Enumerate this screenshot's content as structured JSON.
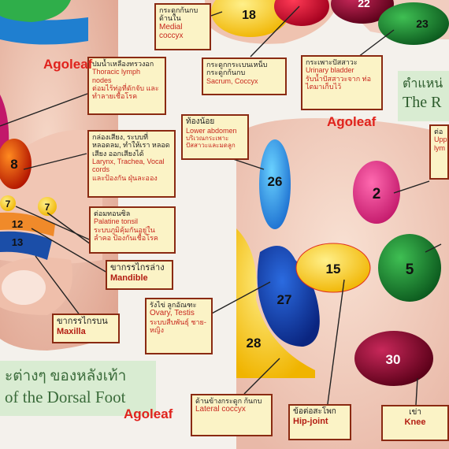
{
  "watermark": "Agoleaf",
  "numbers": {
    "n18": "18",
    "n22": "22",
    "n23": "23",
    "n8": "8",
    "n7a": "7",
    "n7b": "7",
    "n12": "12",
    "n13": "13",
    "n26": "26",
    "n2": "2",
    "n15": "15",
    "n5": "5",
    "n27": "27",
    "n28": "28",
    "n30": "30"
  },
  "labels": {
    "medial_coccyx": {
      "th": "กระดูกก้นกบ ด้านใน",
      "en": "Medial coccyx"
    },
    "sacrum": {
      "th": "กระดูกกระเบนเหน็บ กระดูกก้นกบ",
      "en": "Sacrum, Coccyx"
    },
    "urinary": {
      "th": "กระเพาะปัสสาวะ",
      "en": "Urinary bladder",
      "th2": "รับน้ำปัสสาวะจาก ท่อไตมาเก็บไว้"
    },
    "thoracic": {
      "th": "ปมน้ำเหลืองทรวงอก",
      "en": "Thoracic lymph nodes",
      "th2": "ต่อมไร้ท่อที่ดักจับ และทำลายเชื้อโรค"
    },
    "larynx": {
      "th": "กล่องเสียง, ระบบที่ หลอดลม, ทำให้เรา หลอดเสียง ออกเสียงได้",
      "en": "Larynx, Trachea, Vocal cords",
      "th2": "และป้องกัน ฝุ่นละออง"
    },
    "palatine": {
      "th": "ต่อมทอนซิล",
      "en": "Palatine tonsil",
      "th2": "ระบบภูมิคุ้มกันอยู่ใน ลำคอ ป้องกันเชื้อโรค"
    },
    "mandible": {
      "th": "ขากรรไกรล่าง",
      "en": "Mandible"
    },
    "maxilla": {
      "th": "ขากรรไกรบน",
      "en": "Maxilla"
    },
    "lower_abdomen": {
      "th": "ท้องน้อย",
      "en": "Lower abdomen",
      "th2": "บริเวณกระเพาะ ปัสสาวะและมดลูก"
    },
    "ovary": {
      "th": "รังไข่ ลูกอัณฑะ",
      "en": "Ovary, Testis",
      "th2": "ระบบสืบพันธุ์ ชาย-หญิง"
    },
    "lateral_coccyx": {
      "th": "ด้านข้างกระดูก ก้นกบ",
      "en": "Lateral coccyx"
    },
    "hip": {
      "th": "ข้อต่อสะโพก",
      "en": "Hip-joint"
    },
    "knee": {
      "th": "เข่า",
      "en": "Knee"
    },
    "upper_lymph": {
      "th": "ต่อ",
      "en": "Upp",
      "en2": "lym"
    }
  },
  "titles": {
    "dorsal_th": "ะต่างๆ ของหลังเท้า",
    "dorsal_en": "of the Dorsal Foot",
    "right_th": "ตำแหน่",
    "right_en": "The R"
  },
  "colors": {
    "label_bg": "#fbf3c6",
    "label_border": "#8a2a12",
    "english_red": "#c8281e",
    "watermark": "#e0221c"
  }
}
